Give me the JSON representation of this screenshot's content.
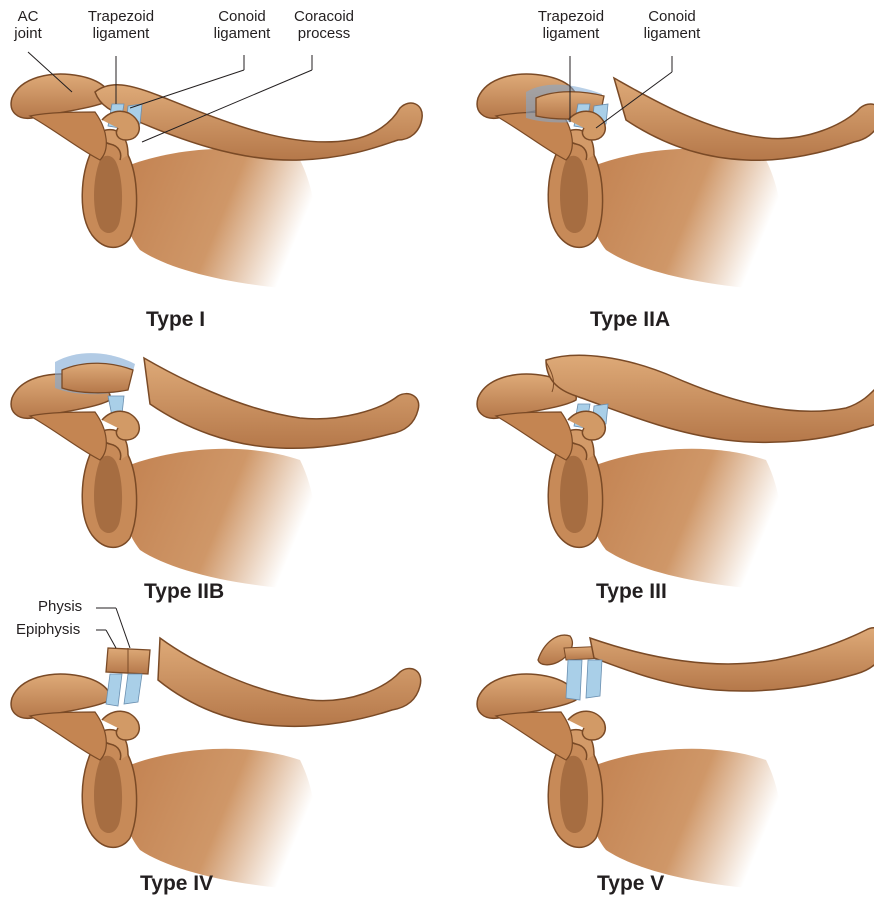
{
  "panels": [
    {
      "title": "Type I"
    },
    {
      "title": "Type IIA"
    },
    {
      "title": "Type IIB"
    },
    {
      "title": "Type III"
    },
    {
      "title": "Type IV"
    },
    {
      "title": "Type V"
    }
  ],
  "labels": {
    "ac_joint": [
      "AC",
      "joint"
    ],
    "trapezoid": [
      "Trapezoid",
      "ligament"
    ],
    "conoid": [
      "Conoid",
      "ligament"
    ],
    "coracoid": [
      "Coracoid",
      "process"
    ],
    "physis": "Physis",
    "epiphysis": "Epiphysis"
  },
  "colors": {
    "bone": "#c98d5a",
    "bone_dark": "#7a4a26",
    "ligament": "#a9cfe8",
    "capsule": "#7fa9d4"
  }
}
